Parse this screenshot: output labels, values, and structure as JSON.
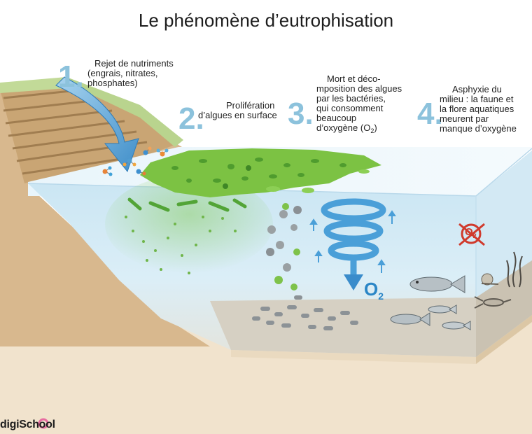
{
  "title": "Le phénomène d’eutrophisation",
  "steps": [
    {
      "number": "1.",
      "lines": [
        "Rejet de nutriments",
        "(engrais, nitrates,",
        "phosphates)"
      ]
    },
    {
      "number": "2.",
      "lines": [
        "Prolifération",
        "d’algues en surface"
      ]
    },
    {
      "number": "3.",
      "lines": [
        "Mort et décomposition des algues",
        "par les bactéries,",
        "qui consomment",
        "beaucoup",
        "d’oxygène (O"
      ],
      "line1a": "Mort et déco-",
      "line1b": "mposition des algues",
      "o2_sub": "2",
      "o2_close": ")"
    },
    {
      "number": "4.",
      "lines": [
        "Asphyxie du",
        "milieu : la faune et",
        "la flore aquatiques",
        "meurent par",
        "manque d’oxygène"
      ]
    }
  ],
  "o2_spiral_label": {
    "main": "O",
    "sub": "2"
  },
  "no_o2_symbol": {
    "main": "O",
    "sub": "2"
  },
  "brand": {
    "name": "digiSchool"
  },
  "colors": {
    "step_number": "#8cc2dc",
    "water": "#d7ecf6",
    "algae": "#7cc243",
    "oxygen_arrow": "#4a9fd8",
    "sediment": "#cfc6b4",
    "soil": "#d9bc94",
    "grass": "#b9d48e",
    "forbidden": "#d03a2c"
  },
  "icons": [
    "nutrient-molecule-icon",
    "dead-algae-icon",
    "bacteria-icon",
    "fish-icon",
    "snail-icon",
    "crayfish-icon",
    "seaweed-icon",
    "oxygen-spiral-arrow-icon",
    "no-oxygen-icon",
    "runoff-arrow-icon"
  ]
}
